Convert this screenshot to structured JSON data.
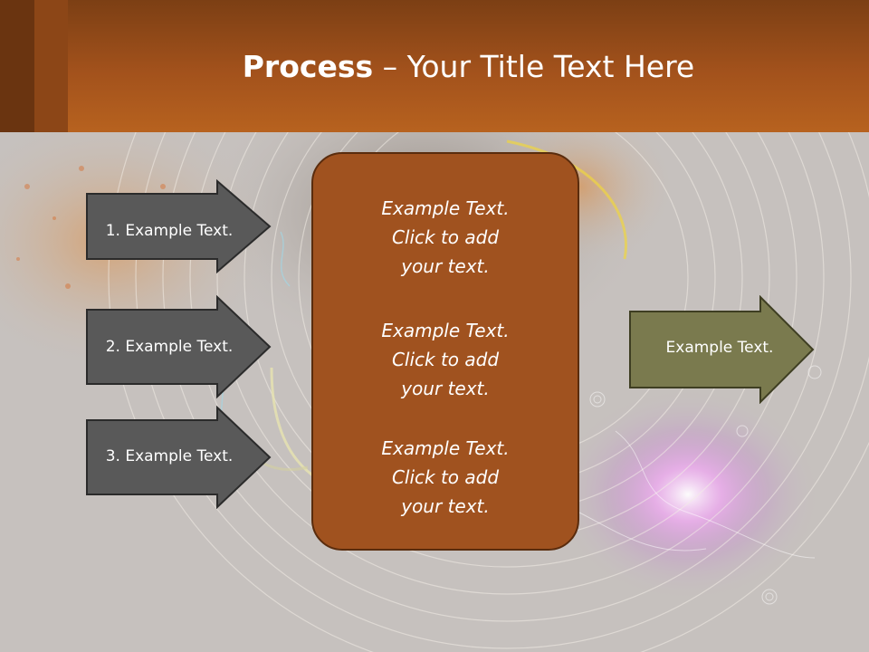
{
  "title": {
    "bold": "Process",
    "rest": " – Your Title Text Here"
  },
  "left_arrows": [
    {
      "label": "1. Example Text."
    },
    {
      "label": "2. Example Text."
    },
    {
      "label": "3. Example Text."
    }
  ],
  "center_blocks": [
    {
      "line1": "Example Text.",
      "line2": "Click  to add",
      "line3": "your text."
    },
    {
      "line1": "Example Text.",
      "line2": "Click  to add",
      "line3": "your text."
    },
    {
      "line1": "Example Text.",
      "line2": "Click  to add",
      "line3": "your text."
    }
  ],
  "right_arrow": {
    "label": "Example Text."
  },
  "colors": {
    "header": "#a3521c",
    "dark_arrow": "#595959",
    "center_box": "#a0521f",
    "right_arrow": "#7a7a4e"
  }
}
